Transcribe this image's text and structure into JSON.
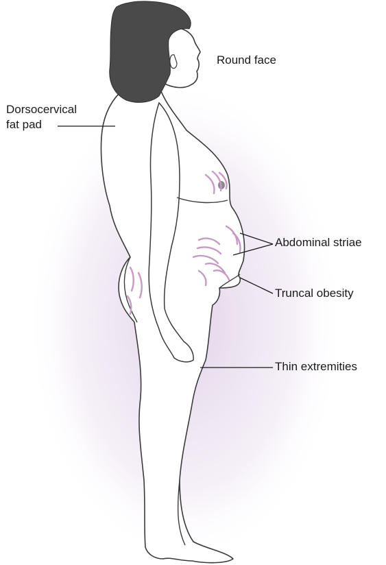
{
  "labels": {
    "round_face": "Round face",
    "dorsocervical_line1": "Dorsocervical",
    "dorsocervical_line2": "fat pad",
    "abdominal_striae": "Abdominal striae",
    "truncal_obesity": "Truncal obesity",
    "thin_extremities": "Thin extremities"
  },
  "colors": {
    "hair": "#4a4a4a",
    "outline": "#3a3a3a",
    "skin": "#ffffff",
    "glow": "#e9dcef",
    "striae": "#c79ac4",
    "leader": "#1a1a1a"
  }
}
